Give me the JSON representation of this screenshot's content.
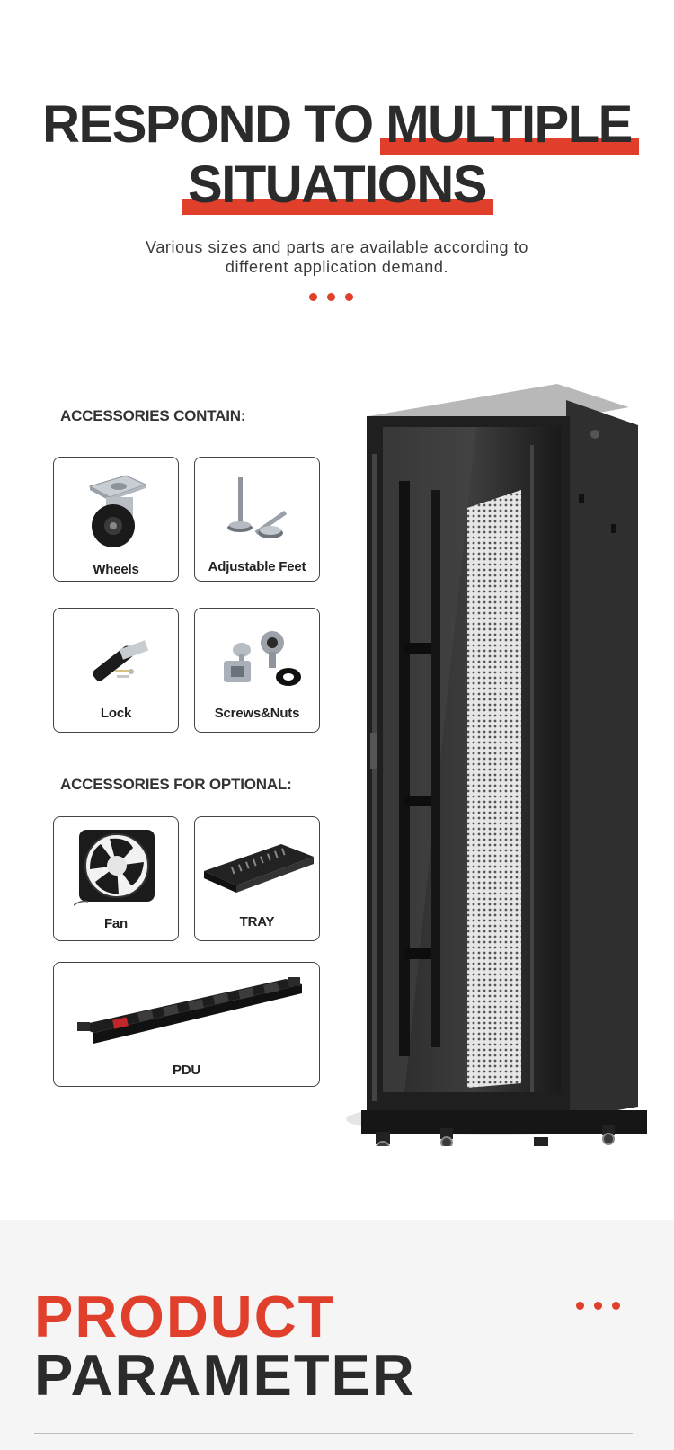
{
  "hero": {
    "title_part1": "RESPOND TO",
    "title_part2": "MULTIPLE",
    "title_line2": "SITUATIONS",
    "subtitle_line1": "Various sizes and parts are available according to",
    "subtitle_line2": "different application demand."
  },
  "accessories": {
    "contain_heading": "ACCESSORIES CONTAIN:",
    "contain_items": [
      {
        "label": "Wheels",
        "icon": "caster-wheel-icon"
      },
      {
        "label": "Adjustable Feet",
        "icon": "adjustable-feet-icon"
      },
      {
        "label": "Lock",
        "icon": "cabinet-lock-icon"
      },
      {
        "label": "Screws&Nuts",
        "icon": "screws-nuts-icon"
      }
    ],
    "optional_heading": "ACCESSORIES FOR OPTIONAL:",
    "optional_items": [
      {
        "label": "Fan",
        "icon": "cooling-fan-icon"
      },
      {
        "label": "TRAY",
        "icon": "shelf-tray-icon"
      },
      {
        "label": "PDU",
        "icon": "power-strip-icon"
      }
    ]
  },
  "product_parameter": {
    "line1": "PRODUCT",
    "line2": "PARAMETER"
  },
  "colors": {
    "accent": "#e0402b",
    "dark_text": "#2b2b2b",
    "band_background": "#f5f5f5"
  }
}
